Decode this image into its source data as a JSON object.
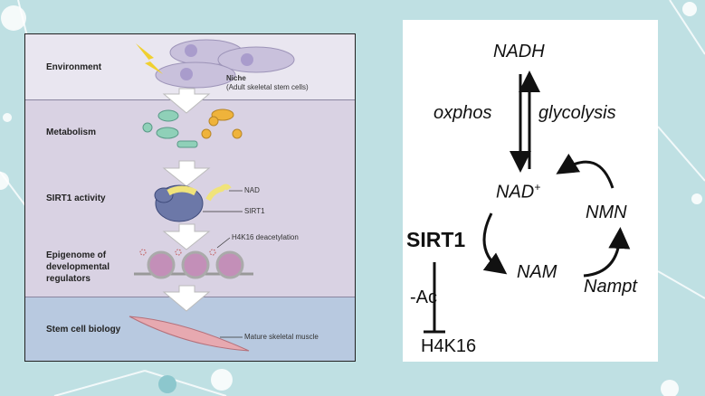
{
  "left_diagram": {
    "rows": [
      {
        "label": "Environment",
        "note_title": "Niche",
        "note": "(Adult skeletal stem cells)"
      },
      {
        "label": "Metabolism"
      },
      {
        "label": "SIRT1 activity",
        "callouts": [
          "NAD",
          "SIRT1"
        ]
      },
      {
        "label_lines": [
          "Epigenome of",
          "developmental",
          "regulators"
        ],
        "callouts": [
          "H4K16 deacetylation"
        ]
      },
      {
        "label": "Stem cell biology",
        "callouts": [
          "Mature skeletal muscle"
        ]
      }
    ]
  },
  "right_diagram": {
    "nadh": "NADH",
    "oxphos": "oxphos",
    "glycolysis": "glycolysis",
    "nad": "NAD",
    "nad_sup": "+",
    "nmn": "NMN",
    "sirt1": "SIRT1",
    "nam": "NAM",
    "nampt": "Nampt",
    "ac": "-Ac",
    "h4k16": "H4K16"
  },
  "colors": {
    "background": "#bfe0e3",
    "accent_teal": "#8fd0c4",
    "accent_orange": "#e8a93a"
  }
}
